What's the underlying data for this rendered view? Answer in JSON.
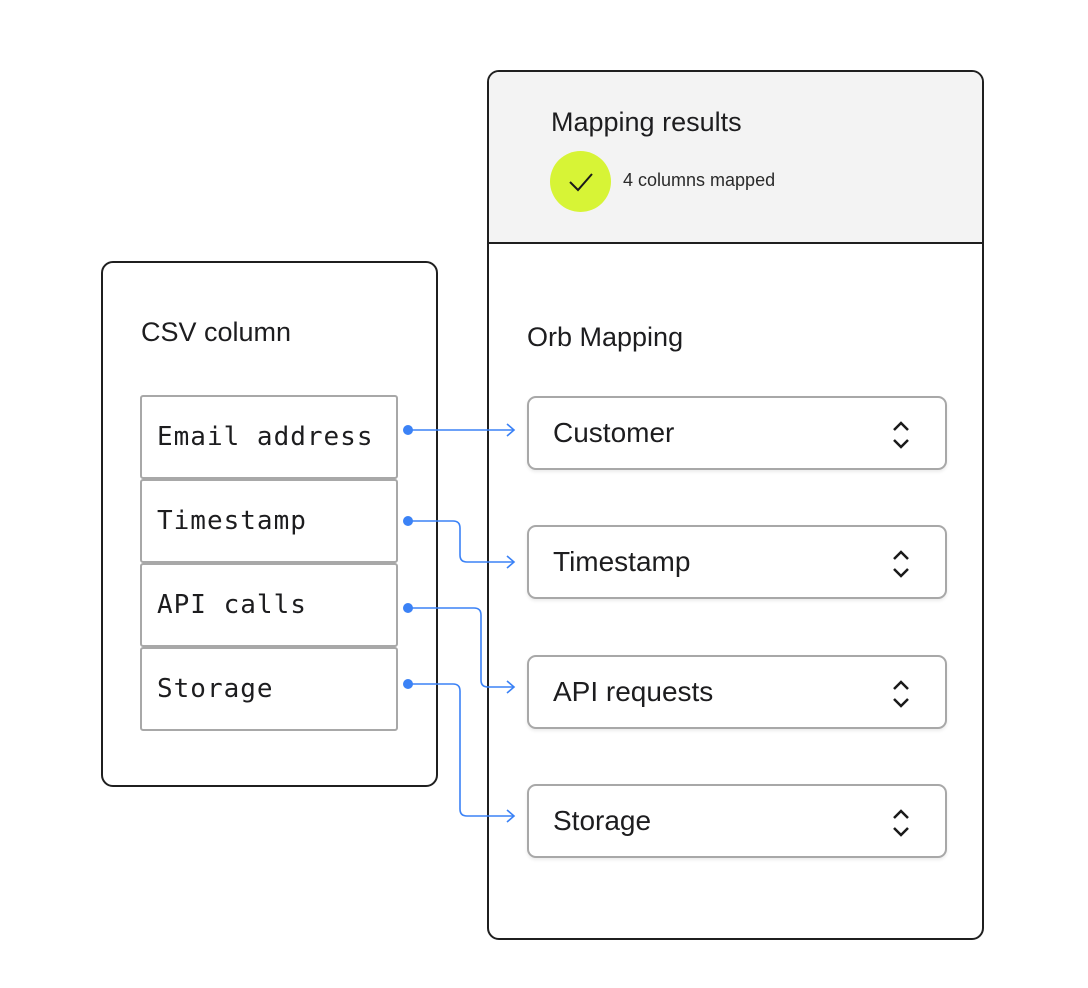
{
  "csv": {
    "title": "CSV column",
    "columns": [
      "Email address",
      "Timestamp",
      "API calls",
      "Storage"
    ]
  },
  "results": {
    "title": "Mapping results",
    "status": "4 columns mapped",
    "accent_color": "#d7f436",
    "status_icon": "checkmark-icon"
  },
  "orb": {
    "title": "Orb Mapping",
    "fields": [
      "Customer",
      "Timestamp",
      "API requests",
      "Storage"
    ],
    "select_icon": "chevron-up-down-icon"
  },
  "connector_color": "#3b82f6"
}
